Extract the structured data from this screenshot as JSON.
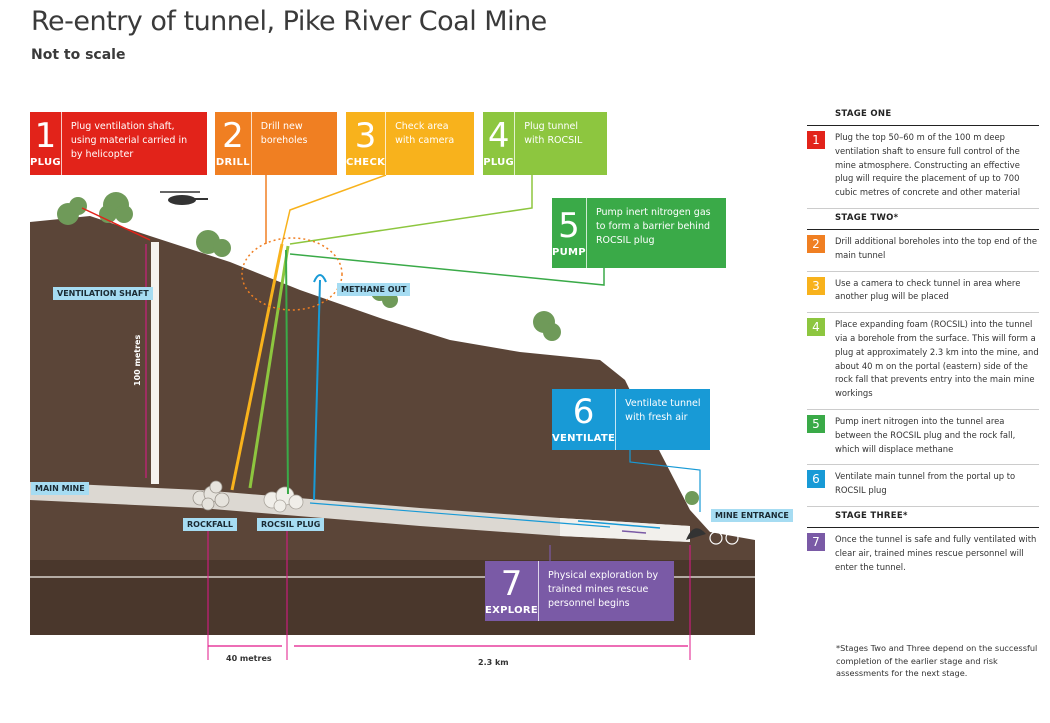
{
  "title": "Re-entry of tunnel, Pike River Coal Mine",
  "subtitle": "Not to scale",
  "colors": {
    "red": "#e2231a",
    "orange": "#f07f22",
    "yellow": "#f8b21c",
    "lime": "#8dc63f",
    "green": "#3aaa48",
    "blue": "#189ad6",
    "purple": "#7a5aa6",
    "magenta": "#e2178a",
    "ground_dark": "#4e3a2f",
    "ground_mid": "#6a5346",
    "tunnel": "#d7d3cd"
  },
  "callouts": [
    {
      "num": "1",
      "word": "PLUG",
      "desc": "Plug ventilation shaft, using material carried in by helicopter",
      "color": "#e2231a"
    },
    {
      "num": "2",
      "word": "DRILL",
      "desc": "Drill new boreholes",
      "color": "#f07f22"
    },
    {
      "num": "3",
      "word": "CHECK",
      "desc": "Check area with camera",
      "color": "#f8b21c"
    },
    {
      "num": "4",
      "word": "PLUG",
      "desc": "Plug tunnel with ROCSIL",
      "color": "#8dc63f"
    },
    {
      "num": "5",
      "word": "PUMP",
      "desc": "Pump inert nitrogen gas to form a barrier behind ROCSIL plug",
      "color": "#3aaa48"
    },
    {
      "num": "6",
      "word": "VENTILATE",
      "desc": "Ventilate tunnel with fresh air",
      "color": "#189ad6"
    },
    {
      "num": "7",
      "word": "EXPLORE",
      "desc": "Physical exploration by trained mines rescue personnel begins",
      "color": "#7a5aa6"
    }
  ],
  "labels": {
    "ventilation_shaft": "VENTILATION SHAFT",
    "methane_out": "METHANE OUT",
    "main_mine": "MAIN MINE",
    "rockfall": "ROCKFALL",
    "rocsil_plug": "ROCSIL PLUG",
    "mine_entrance": "MINE ENTRANCE",
    "shaft_depth": "100 metres",
    "dim_40": "40 metres",
    "dim_23": "2.3 km"
  },
  "panel": {
    "stage_one": "STAGE ONE",
    "stage_two": "STAGE TWO*",
    "stage_three": "STAGE THREE*",
    "steps": [
      {
        "num": "1",
        "color": "#e2231a",
        "text": "Plug the top 50–60 m of the 100 m deep ventilation shaft to ensure full control of the mine atmosphere. Constructing an effective plug will require the placement of up to 700 cubic metres of concrete and other material"
      },
      {
        "num": "2",
        "color": "#f07f22",
        "text": "Drill additional boreholes into the top end of the main tunnel"
      },
      {
        "num": "3",
        "color": "#f8b21c",
        "text": "Use a camera to check tunnel in area where another plug will be placed"
      },
      {
        "num": "4",
        "color": "#8dc63f",
        "text": "Place expanding foam (ROCSIL) into the tunnel via a borehole from the surface. This will form a plug at approximately 2.3 km into the mine, and about 40 m on the portal (eastern) side of the rock fall that prevents entry into the main mine workings"
      },
      {
        "num": "5",
        "color": "#3aaa48",
        "text": "Pump inert nitrogen into the tunnel area between the ROCSIL plug and the rock fall, which will displace methane"
      },
      {
        "num": "6",
        "color": "#189ad6",
        "text": "Ventilate main tunnel from the portal up to ROCSIL plug"
      },
      {
        "num": "7",
        "color": "#7a5aa6",
        "text": "Once the tunnel is safe and fully ventilated with clear air, trained mines rescue personnel will enter the tunnel."
      }
    ],
    "footnote": "*Stages Two and Three depend on the successful completion of the earlier stage and risk assessments for the next stage."
  }
}
